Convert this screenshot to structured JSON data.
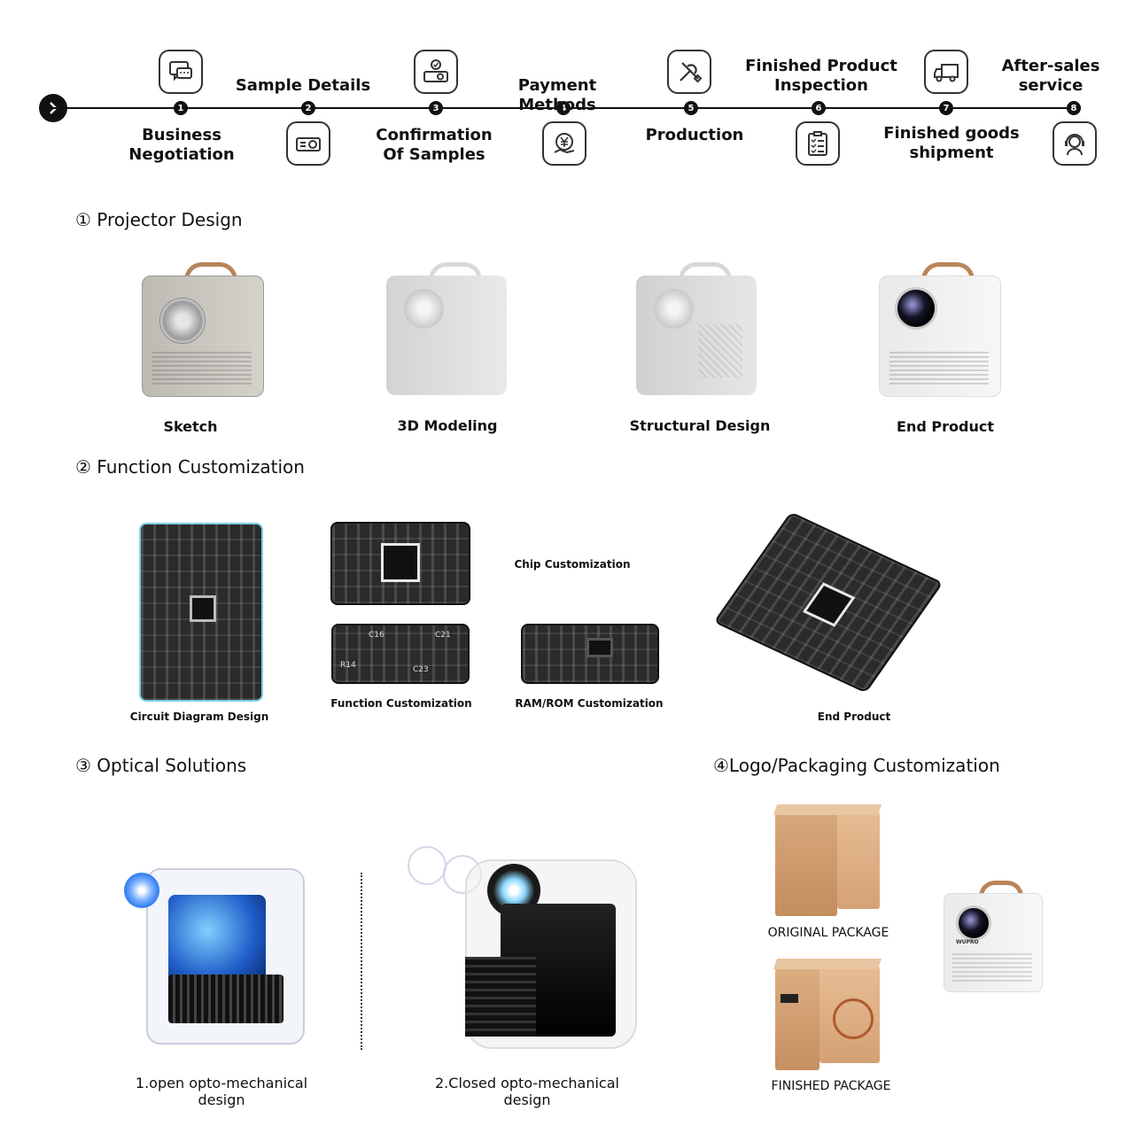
{
  "process": {
    "steps": [
      {
        "num": "1",
        "label": "Business\nNegotiation",
        "icon": "chat-icon"
      },
      {
        "num": "2",
        "label": "Sample Details",
        "icon": "projector-icon"
      },
      {
        "num": "3",
        "label": "Confirmation\nOf Samples",
        "icon": "projector-check-icon"
      },
      {
        "num": "4",
        "label": "Payment Methods",
        "icon": "yen-payment-icon"
      },
      {
        "num": "5",
        "label": "Production",
        "icon": "tools-icon"
      },
      {
        "num": "6",
        "label": "Finished Product\nInspection",
        "icon": "checklist-icon"
      },
      {
        "num": "7",
        "label": "Finished goods\nshipment",
        "icon": "truck-icon"
      },
      {
        "num": "8",
        "label": "After-sales\nservice",
        "icon": "headset-support-icon"
      }
    ]
  },
  "projector_design": {
    "title": "① Projector Design",
    "items": [
      {
        "label": "Sketch"
      },
      {
        "label": "3D Modeling"
      },
      {
        "label": "Structural Design"
      },
      {
        "label": "End Product"
      }
    ]
  },
  "function_customization": {
    "title": "② Function Customization",
    "circuit_label": "Circuit Diagram Design",
    "function_label": "Function Customization",
    "chip_label": "Chip Customization",
    "ram_label": "RAM/ROM Customization",
    "end_label": "End Product",
    "pcb_texts": [
      "R14",
      "C23",
      "C16",
      "C21"
    ]
  },
  "optical_solutions": {
    "title": "③ Optical Solutions",
    "open_label": "1.open opto-mechanical design",
    "closed_label": "2.Closed opto-mechanical design"
  },
  "packaging": {
    "title": "④Logo/Packaging Customization",
    "original_label": "ORIGINAL PACKAGE",
    "finished_label": "FINISHED PACKAGE",
    "brand_text": "WUPRO"
  },
  "colors": {
    "accent_dark": "#111111",
    "handle_brown": "#b9855a",
    "cardboard": "#d4a276",
    "pcb_dark": "#2b2b2b",
    "optical_blue": "#2d7bf0"
  }
}
